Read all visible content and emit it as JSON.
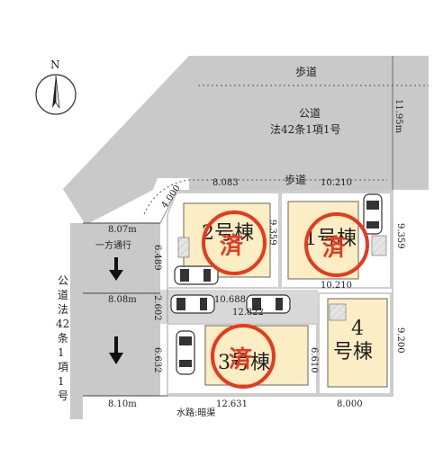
{
  "compass": {
    "label": "N",
    "icon": "north-arrow-icon"
  },
  "roads": {
    "north_sidewalk": "歩道",
    "public_road_title": "公道",
    "public_road_law": "法42条1項1号",
    "north_width": "11.95m",
    "inner_sidewalk": "歩道",
    "west_road_chars": [
      "公",
      "道",
      "法",
      "42",
      "条",
      "1",
      "項",
      "1",
      "号"
    ],
    "one_way": "一方通行",
    "waterway": "水路:暗渠"
  },
  "dimensions": {
    "d4000": "4.000",
    "d8083": "8.083",
    "d10210_top": "10.210",
    "d9359_left": "9.359",
    "d9359_right": "9.359",
    "d6489": "6.489",
    "d10210_bottom": "10.210",
    "d807": "8.07m",
    "d808": "8.08m",
    "d810": "8.10m",
    "d2602": "2.602",
    "d10688": "10.688",
    "d12822": "12.822",
    "d6632": "6.632",
    "d6610": "6.610",
    "d9200": "9.200",
    "d12631": "12.631",
    "d8000": "8.000"
  },
  "lots": [
    {
      "name": "2号棟",
      "sold": true,
      "sold_mark": "済"
    },
    {
      "name": "1号棟",
      "sold": true,
      "sold_mark": "済"
    },
    {
      "name": "3号棟",
      "sold": true,
      "sold_mark": "済"
    },
    {
      "name_num": "4",
      "name_rest": "号棟",
      "sold": false
    }
  ],
  "colors": {
    "road_gray": "#c9c9c9",
    "lot_fill": "#fbeec4",
    "sold_red": "#e8391d",
    "lot_border": "#cfcfcf"
  }
}
